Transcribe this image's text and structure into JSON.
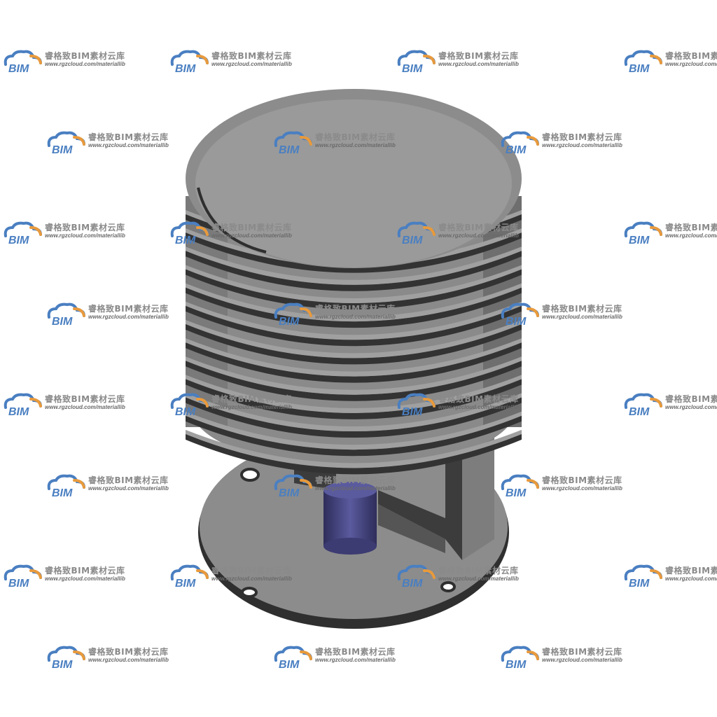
{
  "watermark": {
    "logo_text": "BIM",
    "title": "睿格致BIM素材云库",
    "url": "www.rgzcloud.com/materiallib",
    "colors": {
      "cloud_blue": "#4a7fc1",
      "cloud_orange": "#e89a3c",
      "text_gray": "#8a8a8a"
    }
  },
  "model": {
    "description_icon": "finned-cylinder-on-flanged-base",
    "colors": {
      "body_light": "#9a9a9a",
      "body_mid": "#7d7d7d",
      "body_dark": "#3c3c3c",
      "fin_shadow": "#333333",
      "base_plate": "#8c8c8c",
      "pin_blue": "#4b4a86"
    },
    "fin_count": 13
  }
}
